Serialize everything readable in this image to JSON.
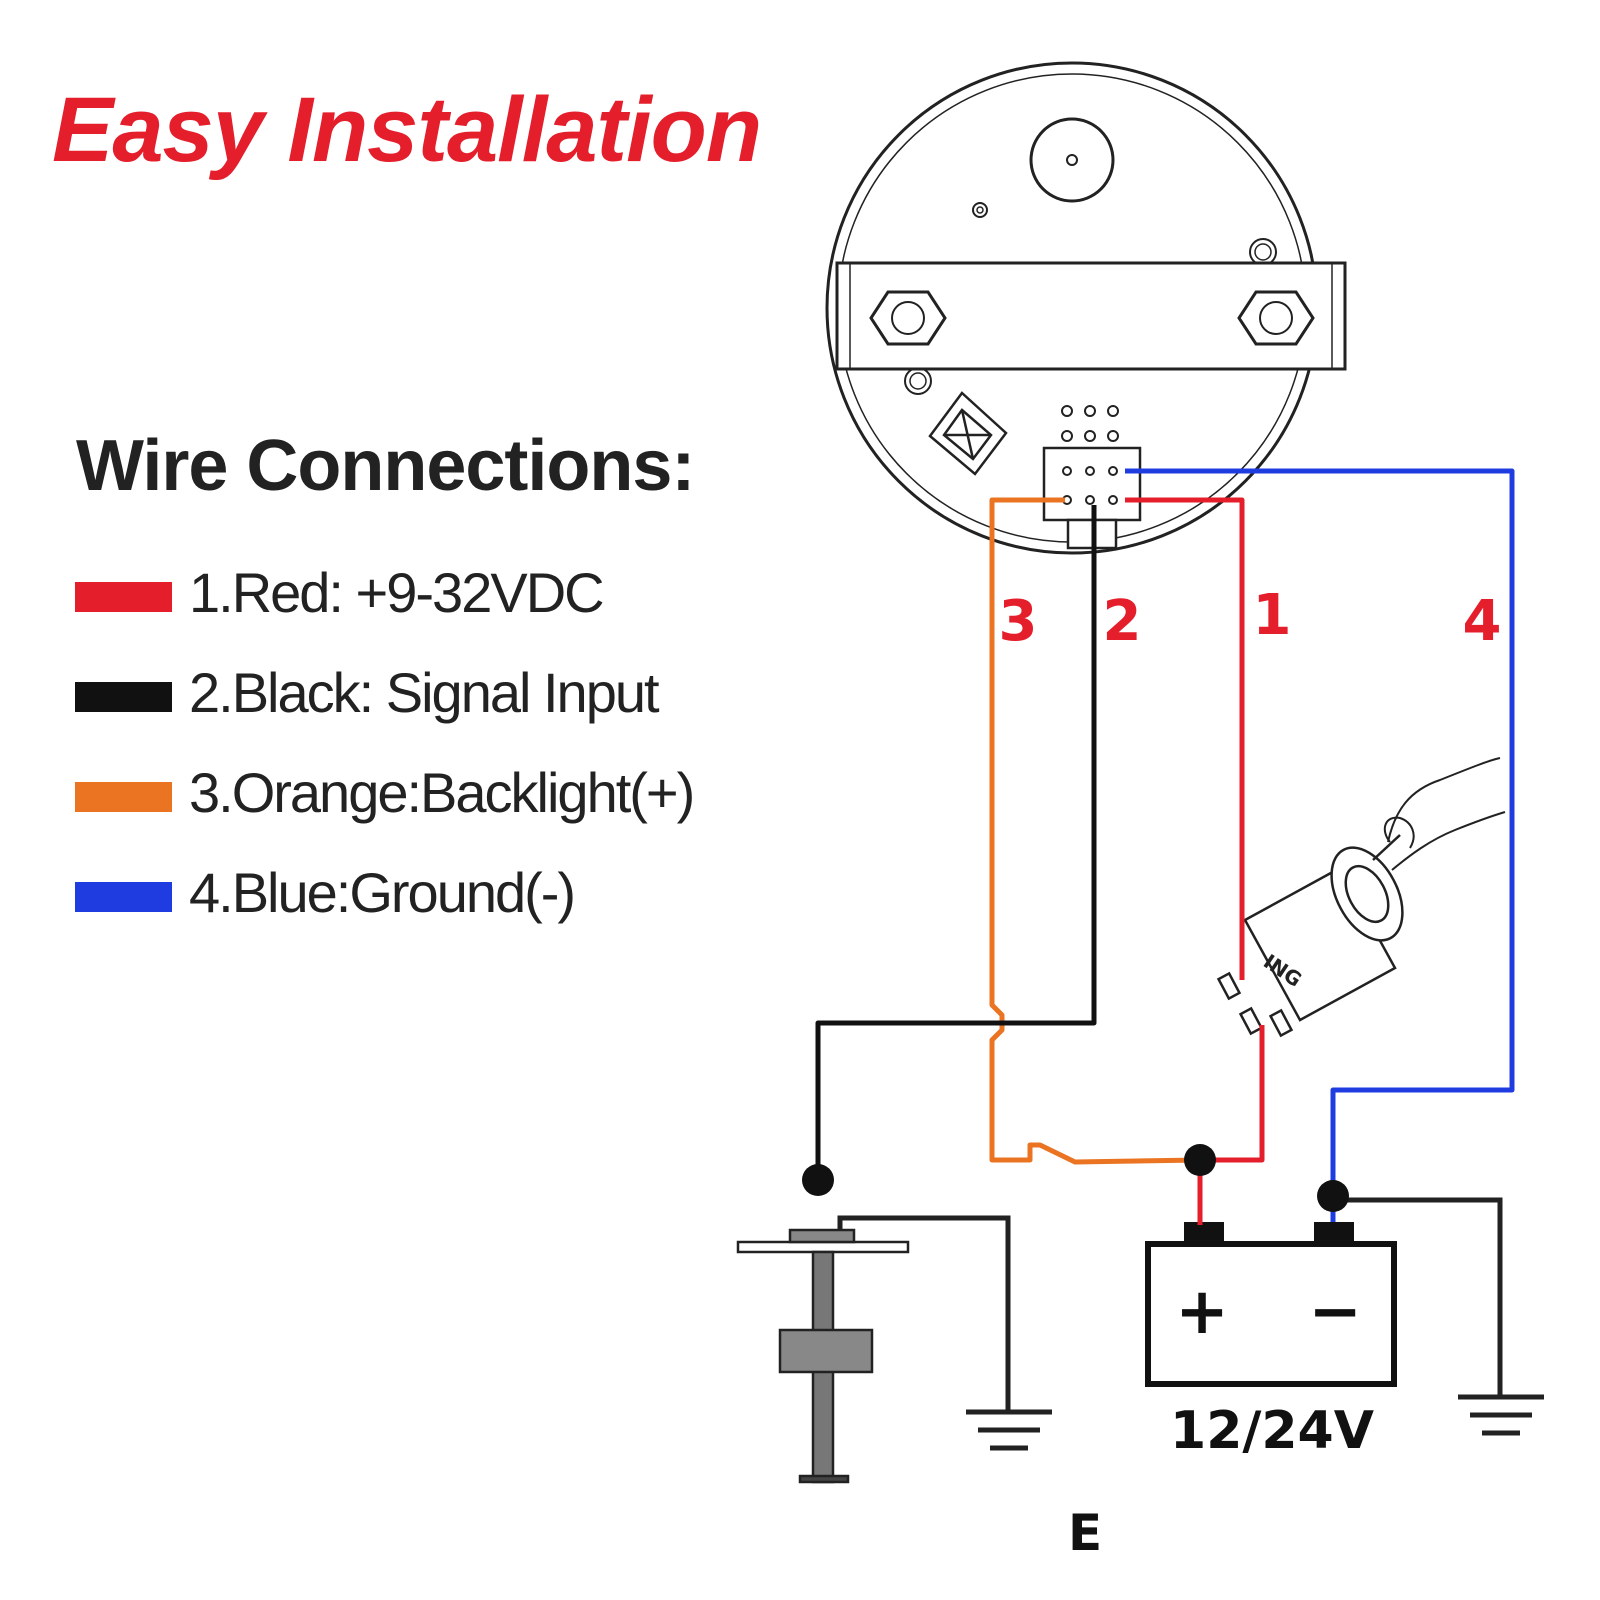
{
  "title": "Easy Installation",
  "subtitle": "Wire Connections:",
  "legend": [
    {
      "label": "1.Red: +9-32VDC",
      "color": "#e41e2b"
    },
    {
      "label": "2.Black: Signal Input",
      "color": "#111111"
    },
    {
      "label": "3.Orange:Backlight(+)",
      "color": "#ea7422"
    },
    {
      "label": "4.Blue:Ground(-)",
      "color": "#1f3ce0"
    }
  ],
  "diagram": {
    "wire_numbers": [
      "1",
      "2",
      "3",
      "4"
    ],
    "wire_number_color": "#e41e2b",
    "battery_label": "12/24V",
    "battery_plus": "+",
    "battery_minus": "−",
    "sender_label": "E",
    "ignition_label": "ING"
  }
}
